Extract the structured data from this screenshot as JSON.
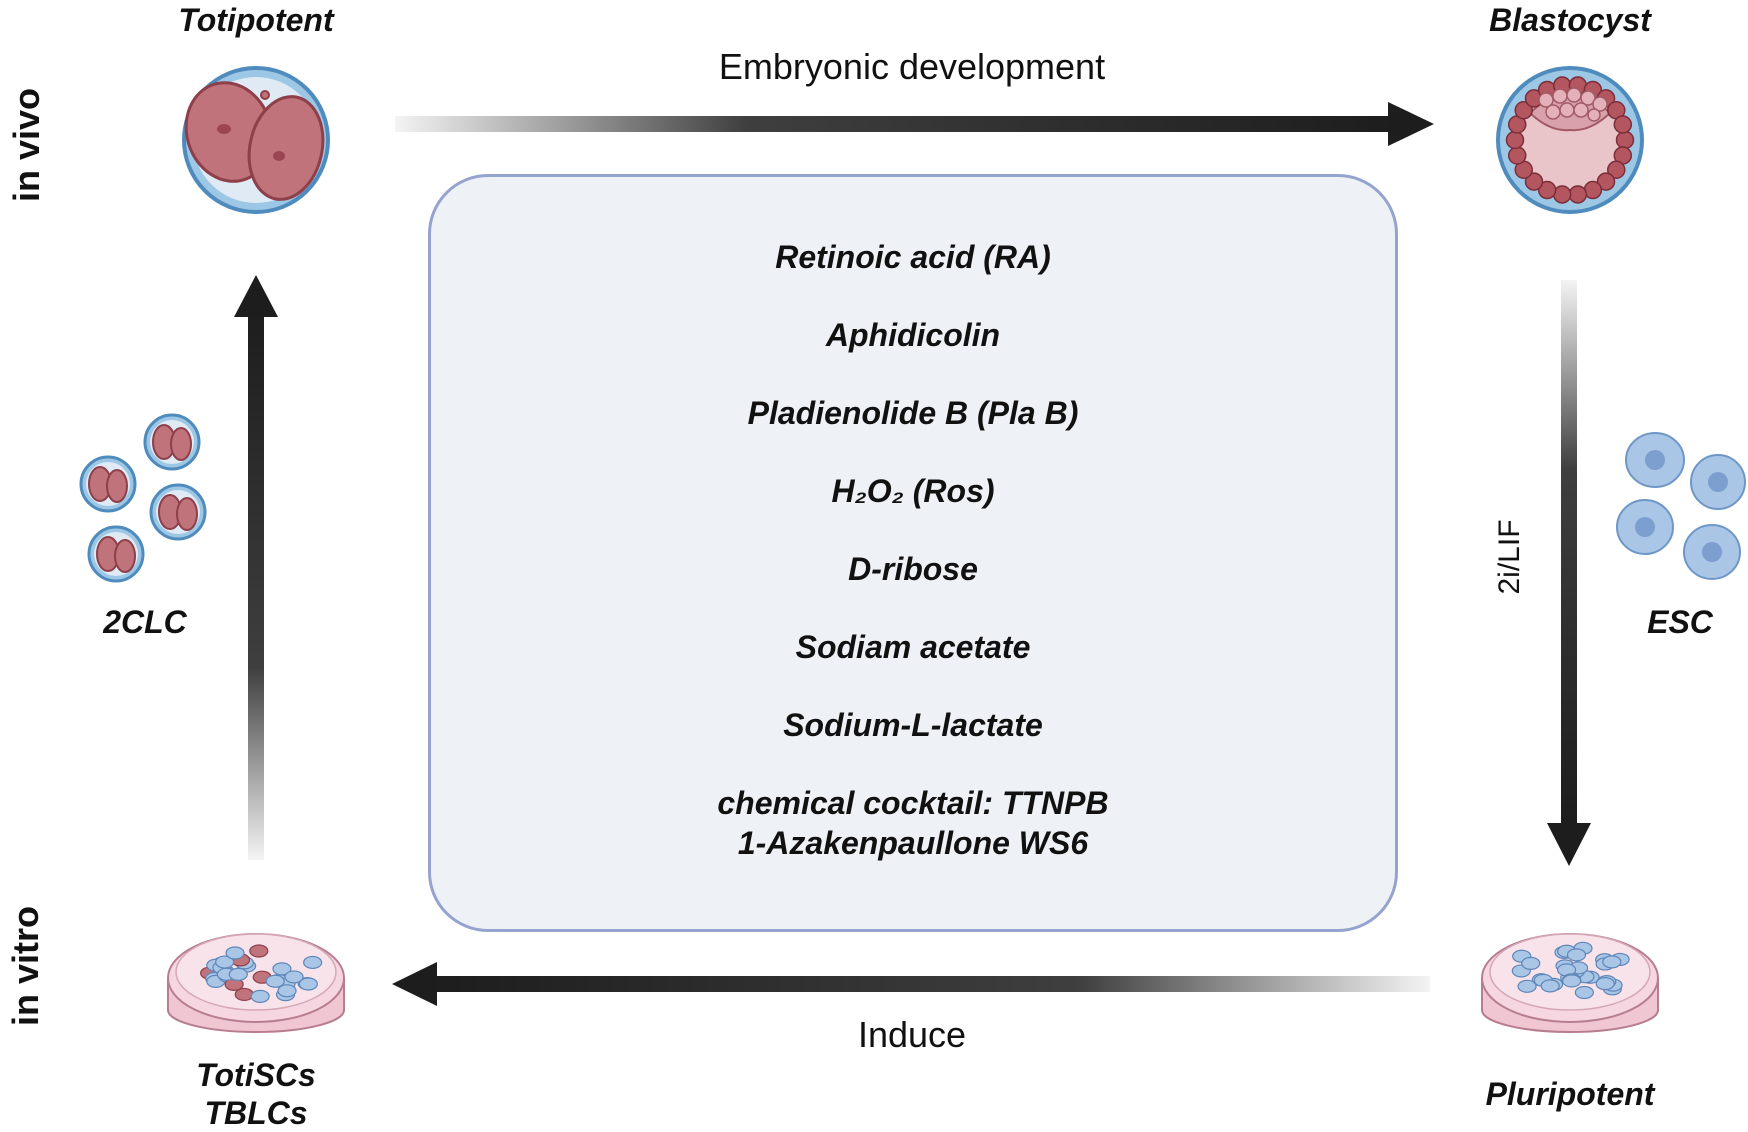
{
  "stages": {
    "totipotent": "Totipotent",
    "blastocyst": "Blastocyst",
    "pluripotent": "Pluripotent",
    "toti_line1": "TotiSCs",
    "toti_line2": "TBLCs",
    "clc": "2CLC",
    "esc": "ESC"
  },
  "side_labels": {
    "in_vivo": "in vivo",
    "in_vitro": "in vitro"
  },
  "arrows": {
    "top": "Embryonic development",
    "right": "2i/LIF",
    "bottom": "Induce"
  },
  "agents": [
    "Retinoic acid (RA)",
    "Aphidicolin",
    "Pladienolide B (Pla B)",
    "H₂O₂  (Ros)",
    "D-ribose",
    "Sodiam acetate",
    "Sodium-L-lactate",
    "chemical cocktail: TTNPB\u0001",
    "1-Azakenpaullone\u0001  WS6"
  ],
  "colors": {
    "zygote_fill": "#c0737a",
    "zygote_stroke": "#8e3f4a",
    "zona": "#8fc2e0",
    "zona_stroke": "#4f8bbd",
    "esc_fill": "#a9c6e6",
    "esc_nucleus": "#7c9fd0",
    "dish_medium": "#f3c9d6",
    "box_fill": "#eef1f6",
    "box_stroke": "#95a3cf",
    "arrow": "#1d1d1d"
  }
}
